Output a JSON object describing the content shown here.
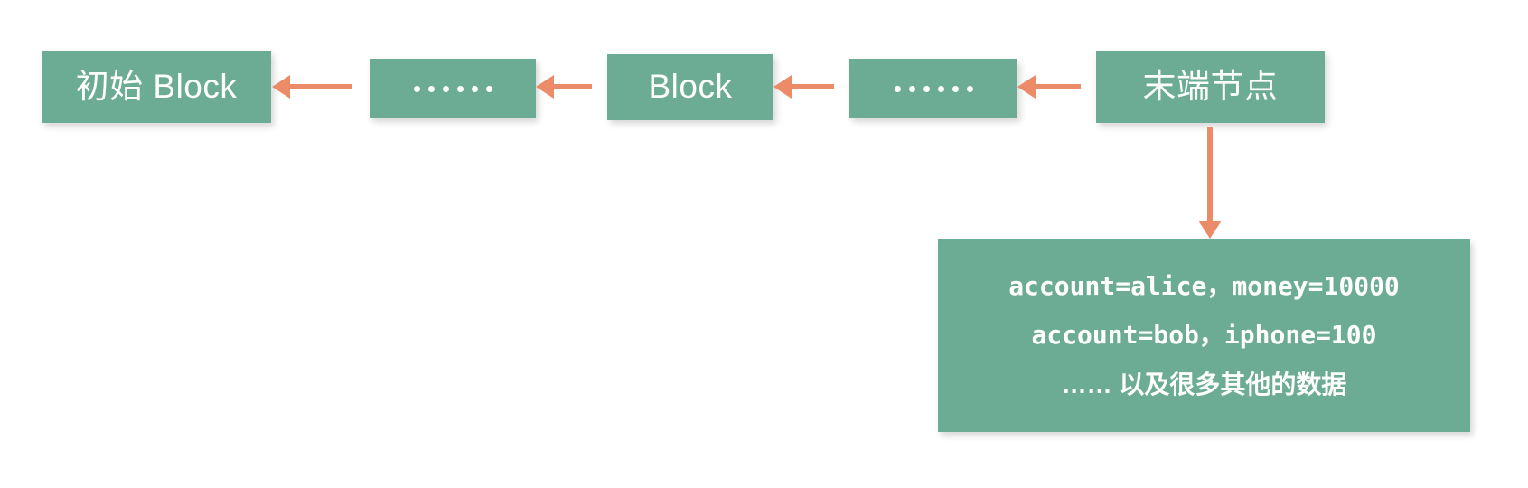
{
  "diagram": {
    "title": "blockchain-node-data-diagram",
    "colors": {
      "node_fill": "#6cac94",
      "arrow": "#ec8b68",
      "node_text": "#ffffff",
      "background": "#ffffff"
    },
    "chain": [
      {
        "id": "genesis",
        "label": "初始 Block",
        "type": "text"
      },
      {
        "id": "ellipsis-1",
        "label": "……",
        "type": "ellipsis",
        "dots": 6
      },
      {
        "id": "block",
        "label": "Block",
        "type": "text"
      },
      {
        "id": "ellipsis-2",
        "label": "……",
        "type": "ellipsis",
        "dots": 6
      },
      {
        "id": "terminal",
        "label": "末端节点",
        "type": "text"
      }
    ],
    "arrows": [
      {
        "id": "arrow-1",
        "direction": "left",
        "from": "ellipsis-1",
        "to": "genesis"
      },
      {
        "id": "arrow-2",
        "direction": "left",
        "from": "block",
        "to": "ellipsis-1"
      },
      {
        "id": "arrow-3",
        "direction": "left",
        "from": "ellipsis-2",
        "to": "block"
      },
      {
        "id": "arrow-4",
        "direction": "left",
        "from": "terminal",
        "to": "ellipsis-2"
      },
      {
        "id": "arrow-5",
        "direction": "down",
        "from": "terminal",
        "to": "data-box"
      }
    ],
    "data_box": {
      "lines": [
        "account=alice，money=10000",
        "account=bob，iphone=100",
        "…… 以及很多其他的数据"
      ]
    }
  }
}
